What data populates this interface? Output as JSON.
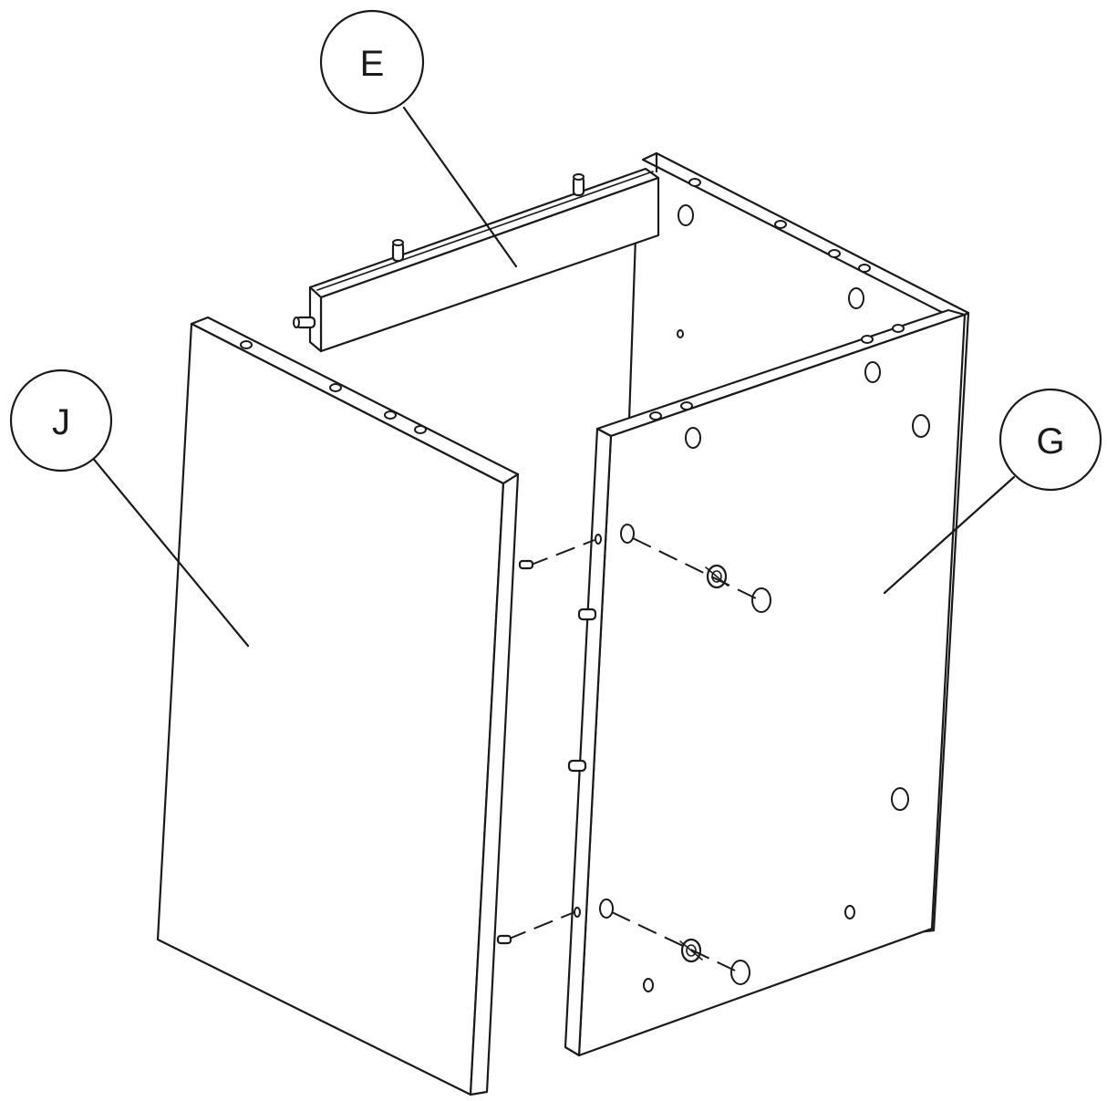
{
  "callouts": {
    "e": {
      "label": "E"
    },
    "j": {
      "label": "J"
    },
    "g": {
      "label": "G"
    }
  },
  "colors": {
    "line": "#1a1a1a",
    "background": "#ffffff"
  }
}
